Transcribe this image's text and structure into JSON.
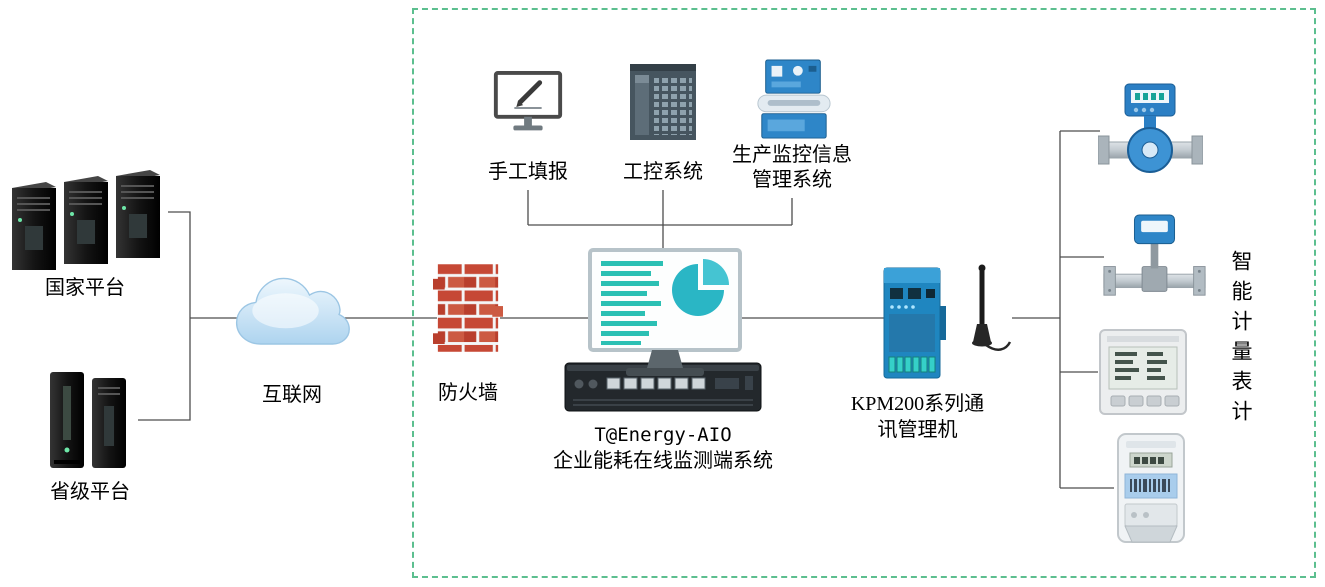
{
  "diagram": {
    "labels": {
      "national_platform": "国家平台",
      "provincial_platform": "省级平台",
      "internet": "互联网",
      "firewall": "防火墙",
      "manual_entry": "手工填报",
      "industrial_control": "工控系统",
      "production_monitoring_line1": "生产监控信息",
      "production_monitoring_line2": "管理系统",
      "central_system_line1": "T@Energy-AIO",
      "central_system_line2": "企业能耗在线监测端系统",
      "comm_manager_line1": "KPM200系列通",
      "comm_manager_line2": "讯管理机",
      "smart_meters": "智能计量表计"
    },
    "icons": {
      "national_platform": "server-rack-cluster-icon",
      "provincial_platform": "server-tower-pair-icon",
      "internet": "cloud-icon",
      "firewall": "brick-wall-icon",
      "manual_entry": "monitor-pen-icon",
      "industrial_control": "plc-cabinet-icon",
      "production_monitoring": "industrial-machine-icon",
      "central_system_monitor": "dashboard-monitor-icon",
      "central_system_server": "rack-server-icon",
      "comm_manager": "comm-gateway-icon",
      "comm_manager_antenna": "antenna-icon",
      "meter_1": "electromagnetic-flowmeter-icon",
      "meter_2": "turbine-flowmeter-icon",
      "meter_3": "power-meter-icon",
      "meter_4": "energy-meter-icon"
    },
    "colors": {
      "boundary_dash": "#5CBF8F",
      "connector_line": "#4D4D4D",
      "device_blue": "#2E86C8",
      "kpm_blue": "#1F86C0",
      "screen_teal": "#2CC0B4",
      "pie_teal": "#2AB6C5",
      "firewall_brick": "#C64835",
      "cloud_blue": "#AED4EF"
    }
  }
}
